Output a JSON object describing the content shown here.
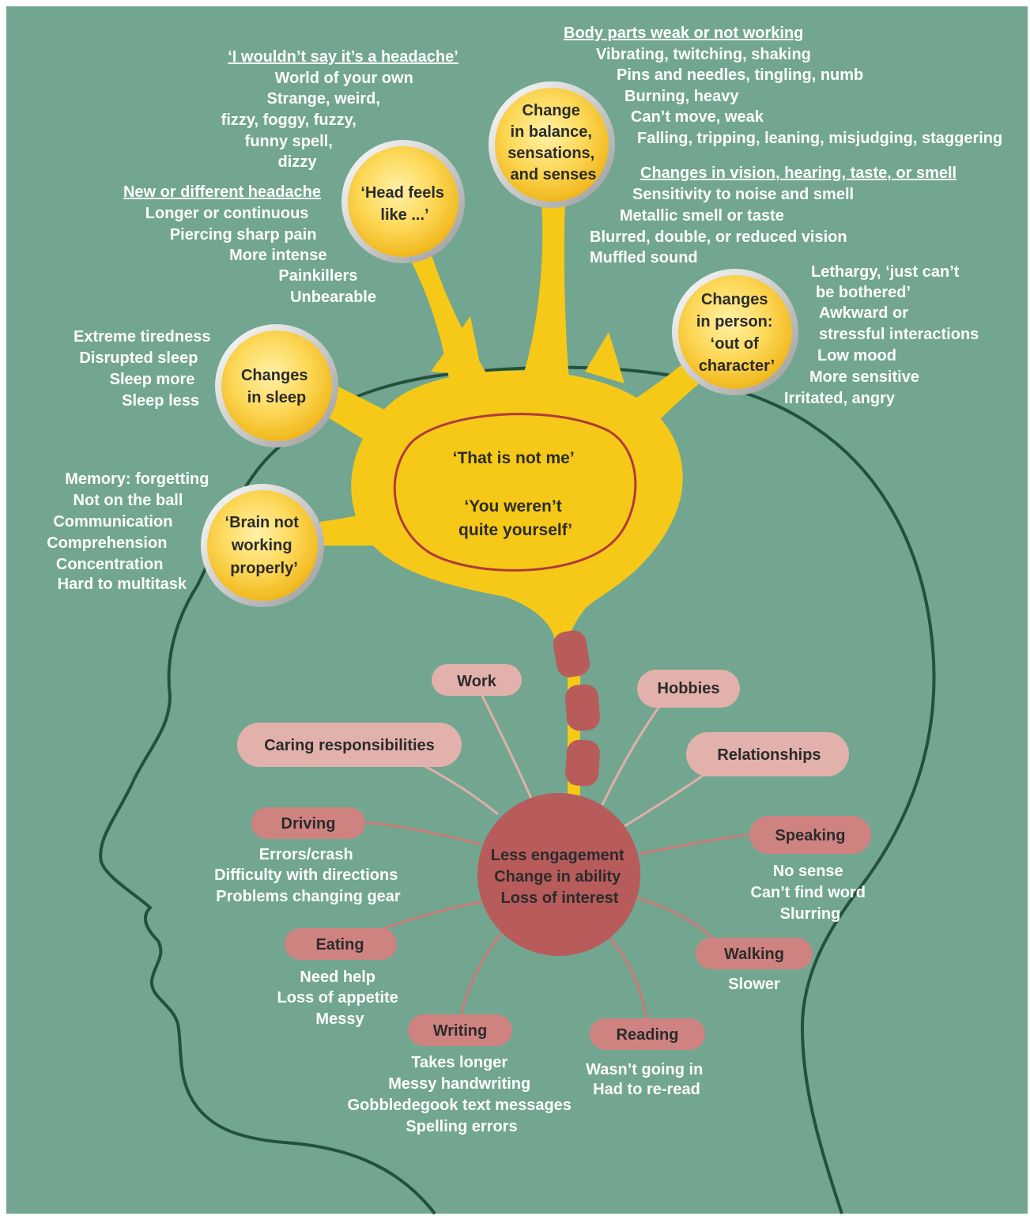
{
  "center": {
    "line1": "‘That is not me’",
    "line2": "‘You weren’t",
    "line3": "quite yourself’"
  },
  "bubbles": {
    "head": {
      "line1": "‘Head feels",
      "line2": "like ...’"
    },
    "balance": {
      "line1": "Change",
      "line2": "in balance,",
      "line3": "sensations,",
      "line4": "and senses"
    },
    "person": {
      "line1": "Changes",
      "line2": "in person:",
      "line3": "‘out of",
      "line4": "character’"
    },
    "sleep": {
      "line1": "Changes",
      "line2": "in sleep"
    },
    "brain": {
      "line1": "‘Brain not",
      "line2": "working",
      "line3": "properly’"
    }
  },
  "notes": {
    "headache_heading": "‘I wouldn’t say it’s a headache’",
    "headache_items": [
      "World of your own",
      "Strange, weird,",
      "fizzy, foggy, fuzzy,",
      "funny spell,",
      "dizzy"
    ],
    "new_headache_heading": "New or different headache",
    "new_headache_items": [
      "Longer or continuous",
      "Piercing sharp pain",
      "More intense",
      "Painkillers",
      "Unbearable"
    ],
    "body_heading": "Body parts weak or not working",
    "body_items": [
      "Vibrating, twitching, shaking",
      "Pins and needles, tingling, numb",
      "Burning, heavy",
      "Can’t move, weak",
      "Falling, tripping, leaning, misjudging, staggering"
    ],
    "senses_heading": "Changes in vision, hearing, taste, or smell",
    "senses_items": [
      "Sensitivity to noise and smell",
      "Metallic smell or taste",
      "Blurred, double, or reduced vision",
      "Muffled sound"
    ],
    "person_items": [
      "Lethargy, ‘just can’t",
      "be bothered’",
      "Awkward or",
      "stressful interactions",
      "Low mood",
      "More sensitive",
      "Irritated, angry"
    ],
    "sleep_items": [
      "Extreme tiredness",
      "Disrupted sleep",
      "Sleep more",
      "Sleep less"
    ],
    "brain_items": [
      "Memory: forgetting",
      "Not on the ball",
      "Communication",
      "Comprehension",
      "Concentration",
      "Hard to multitask"
    ]
  },
  "hub": {
    "line1": "Less engagement",
    "line2": "Change in ability",
    "line3": "Loss of interest"
  },
  "activities": {
    "work": "Work",
    "hobbies": "Hobbies",
    "caring": "Caring responsibilities",
    "relationships": "Relationships",
    "driving": "Driving",
    "driving_items": [
      "Errors/crash",
      "Difficulty with directions",
      "Problems changing gear"
    ],
    "speaking": "Speaking",
    "speaking_items": [
      "No sense",
      "Can’t find word",
      "Slurring"
    ],
    "eating": "Eating",
    "eating_items": [
      "Need help",
      "Loss of appetite",
      "Messy"
    ],
    "walking": "Walking",
    "walking_items": [
      "Slower"
    ],
    "writing": "Writing",
    "writing_items": [
      "Takes longer",
      "Messy handwriting",
      "Gobbledegook text messages",
      "Spelling errors"
    ],
    "reading": "Reading",
    "reading_items": [
      "Wasn’t going in",
      "Had to re-read"
    ]
  },
  "colors": {
    "background": "#72a690",
    "neuron": "#f6c918",
    "bubble_fill": "#fdd95a",
    "bubble_ring": "#c9c9c9",
    "center_outline": "#b13a3a",
    "hub": "#b85b5b",
    "pill_light": "#e3b1ab",
    "pill_dark": "#cf8380",
    "head_outline": "#24503e"
  }
}
